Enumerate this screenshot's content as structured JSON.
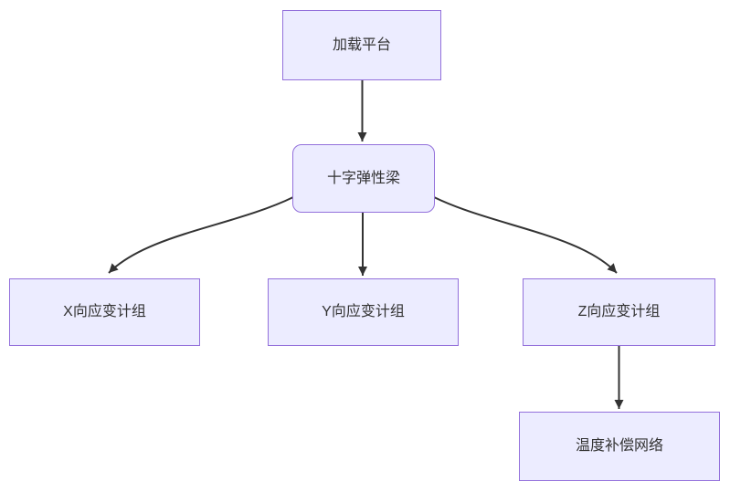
{
  "diagram": {
    "type": "flowchart",
    "direction": "top-down",
    "nodes": [
      {
        "id": "load-platform",
        "label": "加载平台",
        "shape": "rect"
      },
      {
        "id": "cross-beam",
        "label": "十字弹性梁",
        "shape": "rounded-rect"
      },
      {
        "id": "x-strain",
        "label": "X向应变计组",
        "shape": "rect"
      },
      {
        "id": "y-strain",
        "label": "Y向应变计组",
        "shape": "rect"
      },
      {
        "id": "z-strain",
        "label": "Z向应变计组",
        "shape": "rect"
      },
      {
        "id": "temp-comp",
        "label": "温度补偿网络",
        "shape": "rect"
      }
    ],
    "edges": [
      {
        "from": "load-platform",
        "to": "cross-beam"
      },
      {
        "from": "cross-beam",
        "to": "x-strain"
      },
      {
        "from": "cross-beam",
        "to": "y-strain"
      },
      {
        "from": "cross-beam",
        "to": "z-strain"
      },
      {
        "from": "z-strain",
        "to": "temp-comp"
      }
    ],
    "colors": {
      "node_fill": "#ECECFF",
      "node_border": "#9370DB",
      "edge": "#333333",
      "text": "#333333",
      "background": "#FFFFFF"
    }
  }
}
